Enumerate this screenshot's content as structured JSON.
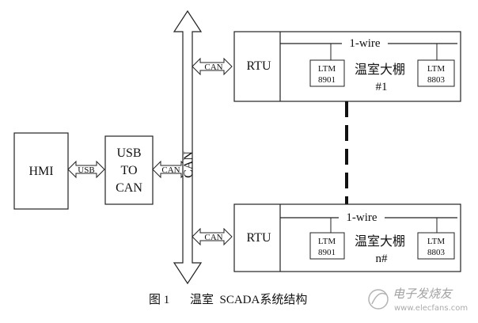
{
  "diagram": {
    "hmi_label": "HMI",
    "usb_arrow_label": "USB",
    "usb_to_can": [
      "USB",
      "TO",
      "CAN"
    ],
    "can_arrow_label_mid": "CAN",
    "can_bus_label": "CAN",
    "top_node": {
      "can_arrow_label": "CAN",
      "rtu_label": "RTU",
      "wire_label": "1-wire",
      "ltm_left": [
        "LTM",
        "8901"
      ],
      "ltm_right": [
        "LTM",
        "8803"
      ],
      "greenhouse_name": "温室大棚",
      "greenhouse_id": "#1"
    },
    "bottom_node": {
      "can_arrow_label": "CAN",
      "rtu_label": "RTU",
      "wire_label": "1-wire",
      "ltm_left": [
        "LTM",
        "8901"
      ],
      "ltm_right": [
        "LTM",
        "8803"
      ],
      "greenhouse_name": "温室大棚",
      "greenhouse_id": "n#"
    }
  },
  "caption": {
    "figure_no": "图 1",
    "text": "温室  SCADA系统结构"
  },
  "watermark": {
    "text": "电子发烧友",
    "url": "www.elecfans.com"
  }
}
